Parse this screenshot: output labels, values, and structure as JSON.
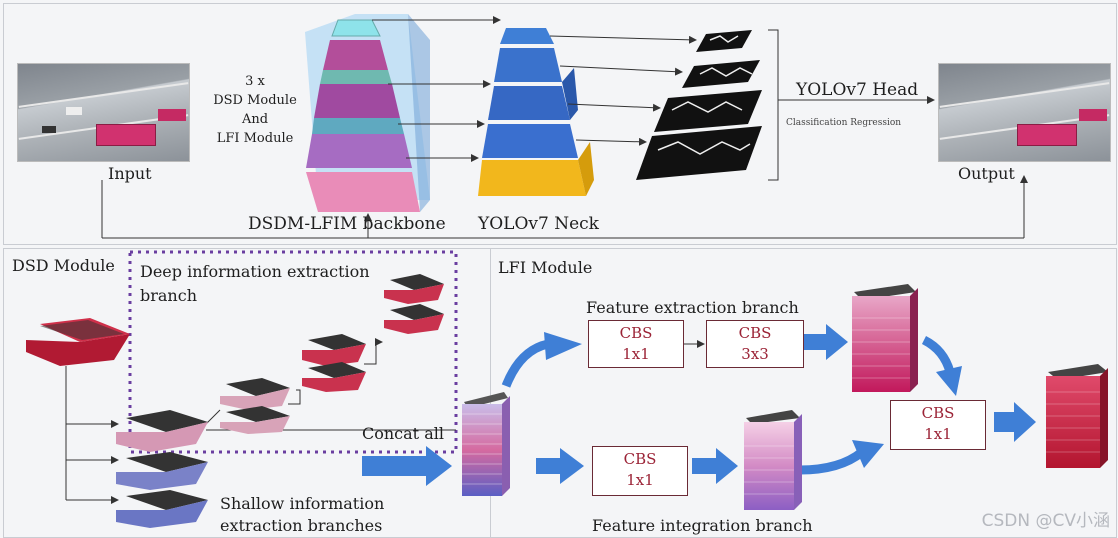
{
  "top": {
    "input_label": "Input",
    "output_label": "Output",
    "module_note_line1": "3 x",
    "module_note_line2": "DSD Module",
    "module_note_line3": "And",
    "module_note_line4": "LFI Module",
    "backbone_label": "DSDM-LFIM backbone",
    "neck_label": "YOLOv7 Neck",
    "head_label": "YOLOv7 Head",
    "head_sublabel": "Classification Regression"
  },
  "dsd": {
    "title": "DSD Module",
    "deep_branch_line1": "Deep information extraction",
    "deep_branch_line2": "branch",
    "shallow_branch_line1": "Shallow information",
    "shallow_branch_line2": "extraction branches",
    "concat_label": "Concat  all"
  },
  "lfi": {
    "title": "LFI Module",
    "feature_extraction_label": "Feature extraction branch",
    "feature_integration_label": "Feature integration branch",
    "cbs_top_left": {
      "name": "CBS",
      "kernel": "1x1"
    },
    "cbs_top_right": {
      "name": "CBS",
      "kernel": "3x3"
    },
    "cbs_bottom": {
      "name": "CBS",
      "kernel": "1x1"
    },
    "cbs_final": {
      "name": "CBS",
      "kernel": "1x1"
    }
  },
  "watermark": "CSDN @CV小涵",
  "colors": {
    "arrow_blue": "#3f7fd6",
    "cbs_text": "#9b2336",
    "dashed_purple": "#6a3ea0"
  }
}
